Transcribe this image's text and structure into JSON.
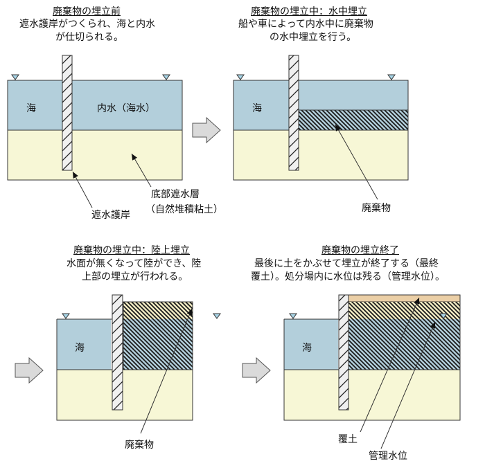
{
  "colors": {
    "sea": "#b3cfdb",
    "clay": "#f7f7d6",
    "cover_soil": "#ebcfa6",
    "wall": "#f0f0f0",
    "outline": "#333333",
    "arrow_fill": "#dadada",
    "marker": "#a8d4e6"
  },
  "panels": [
    {
      "id": "before",
      "title": "廃棄物の埋立前",
      "desc": [
        "遮水護岸がつくられ、海と内水",
        "が仕切られる。"
      ],
      "labels": {
        "sea": "海",
        "inner_water": "内水（海水）",
        "seawall": "遮水護岸",
        "bottom_layer_1": "底部遮水層",
        "bottom_layer_2": "（自然堆積粘土）"
      }
    },
    {
      "id": "underwater",
      "title": "廃棄物の埋立中：水中埋立",
      "desc": [
        "船や車によって内水中に廃棄物",
        "の水中埋立を行う。"
      ],
      "labels": {
        "sea": "海",
        "waste": "廃棄物"
      }
    },
    {
      "id": "land",
      "title": "廃棄物の埋立中：陸上埋立",
      "desc": [
        "水面が無くなって陸ができ、陸",
        "上部の埋立が行われる。"
      ],
      "labels": {
        "sea": "海",
        "waste": "廃棄物"
      }
    },
    {
      "id": "complete",
      "title": "廃棄物の埋立終了",
      "desc": [
        "最後に土をかぶせて埋立が終了する（最終",
        "覆土）。処分場内に水位は残る（管理水位）。"
      ],
      "labels": {
        "sea": "海",
        "cover_soil": "覆土",
        "managed_level": "管理水位"
      }
    }
  ]
}
